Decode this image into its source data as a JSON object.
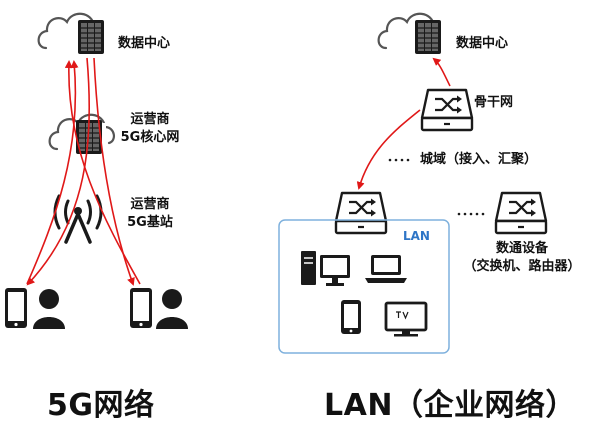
{
  "colors": {
    "arrow": "#e01818",
    "icon": "#1a1a1a",
    "outline": "#555555",
    "lan_box": "#7fb1dd",
    "lan_tag": "#2e75c6"
  },
  "left": {
    "data_center": "数据中心",
    "core_network": [
      "运营商",
      "5G核心网"
    ],
    "base_station": [
      "运营商",
      "5G基站"
    ],
    "title": "5G网络"
  },
  "right": {
    "data_center": "数据中心",
    "backbone": "骨干网",
    "metro": "城域（接入、汇聚）",
    "lan": "LAN",
    "devices": [
      "数通设备",
      "（交换机、路由器）"
    ],
    "title": "LAN（企业网络）"
  },
  "icons": [
    "cloud-icon",
    "server-rack-icon",
    "antenna-tower-icon",
    "phone-icon",
    "user-icon",
    "switch-icon",
    "desktop-pc-icon",
    "laptop-icon",
    "tv-icon"
  ]
}
